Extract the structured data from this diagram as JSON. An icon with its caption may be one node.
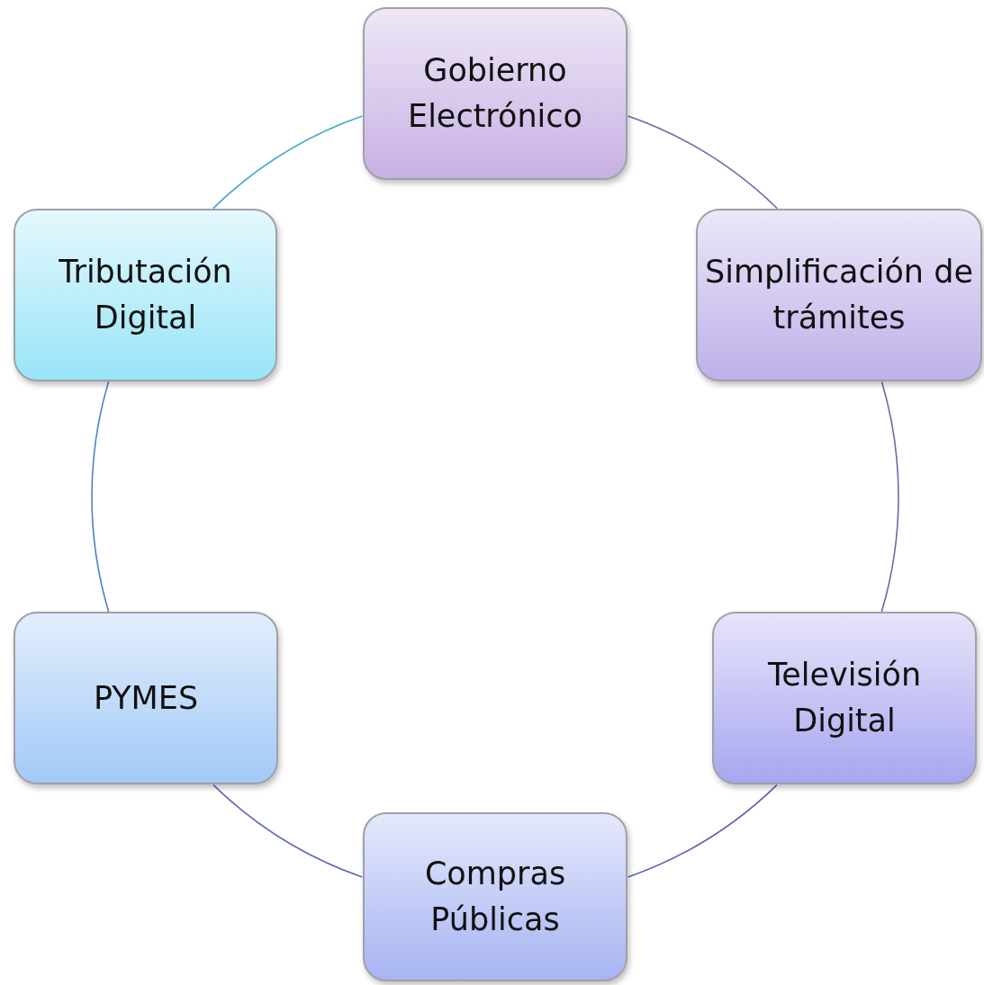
{
  "diagram": {
    "nodes": [
      {
        "text": [
          "Gobierno Electrónico"
        ]
      },
      {
        "text": [
          "Simplificación de trámites"
        ]
      },
      {
        "text": [
          "Televisión Digital"
        ]
      },
      {
        "text": [
          "Compras Públicas"
        ]
      },
      {
        "text": [
          "PYMES"
        ]
      },
      {
        "text": [
          "Tributación Digital"
        ]
      }
    ],
    "edges": [
      {
        "from": 0,
        "to": 1,
        "arrow": "none",
        "color": "#7a62a8"
      },
      {
        "from": 1,
        "to": 2,
        "arrow": "none",
        "color": "#7a62a8"
      },
      {
        "from": 2,
        "to": 3,
        "arrow": "none",
        "color": "#5c5fb0"
      },
      {
        "from": 3,
        "to": 4,
        "arrow": "none",
        "color": "#5c6cb5"
      },
      {
        "from": 4,
        "to": 5,
        "arrow": "none",
        "color": "#4d86c4"
      },
      {
        "from": 5,
        "to": 0,
        "arrow": "none",
        "color": "#3fa9c9"
      }
    ]
  }
}
